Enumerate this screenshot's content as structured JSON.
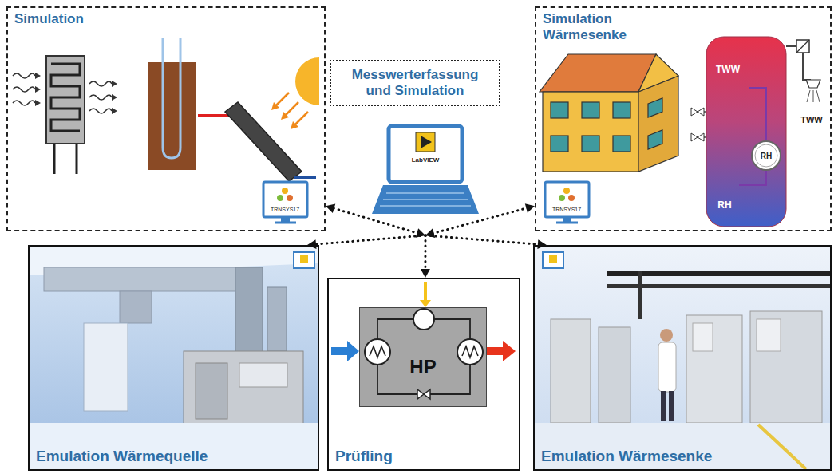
{
  "diagram": {
    "nodes": [
      {
        "text": [
          "Simulation"
        ]
      },
      {
        "text": [
          "Messwerterfassung und Simulation"
        ]
      },
      {
        "text": [
          "LabVIEW"
        ]
      },
      {
        "text": [
          "Simulation Wärmesenke"
        ]
      },
      {
        "text": [
          "Emulation Wärmequelle"
        ]
      },
      {
        "text": [
          "Prüfling"
        ]
      },
      {
        "text": [
          "HP"
        ],
        "in": 5
      },
      {
        "text": [
          "Emulation Wärmesenke"
        ]
      }
    ],
    "edges": [
      {
        "from": 2,
        "to": 0,
        "arrow": "both"
      },
      {
        "from": 2,
        "to": 3,
        "arrow": "both"
      },
      {
        "from": 2,
        "to": 4,
        "arrow": "to"
      },
      {
        "from": 2,
        "to": 5,
        "arrow": "to"
      },
      {
        "from": 2,
        "to": 7,
        "arrow": "to"
      }
    ],
    "labels": [
      "TRNSYS17",
      "TRNSYS17",
      "TWW",
      "RH",
      "RH",
      "TWW"
    ]
  }
}
